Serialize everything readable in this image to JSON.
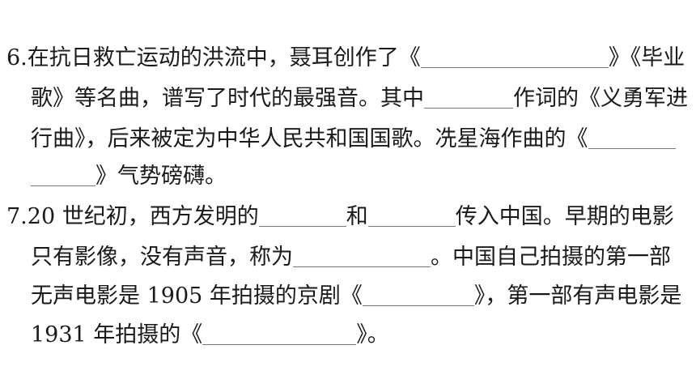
{
  "q6": {
    "num": "6.",
    "l1_a": "在抗日救亡运动的洪流中，聂耳创作了《",
    "l1_b": "》《毕业",
    "l2_a": "歌》等名曲，谱写了时代的最强音。其中",
    "l2_b": "作词的《义勇军进",
    "l3_a": "行曲》，后来被定为中华人民共和国国歌。冼星海作曲的《",
    "l4_a": "》气势磅礴。"
  },
  "q7": {
    "num": "7.",
    "l1_a": "20 世纪初，西方发明的",
    "l1_b": "和",
    "l1_c": "传入中国。早期的电影",
    "l2_a": "只有影像，没有声音，称为",
    "l2_b": "。中国自己拍摄的第一部",
    "l3_a": "无声电影是 1905 年拍摄的京剧《",
    "l3_b": "》，第一部有声电影是",
    "l4_a": "1931 年拍摄的《",
    "l4_b": "》。"
  }
}
